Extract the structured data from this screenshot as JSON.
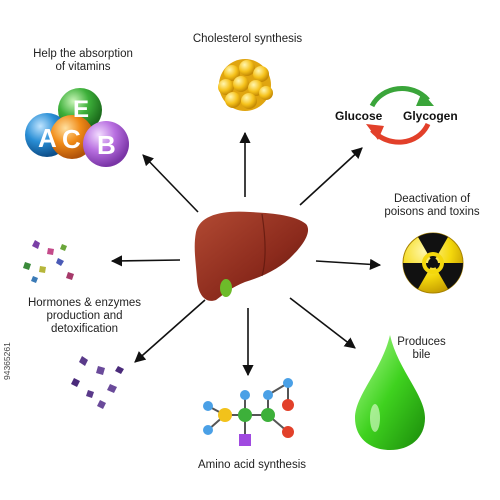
{
  "labels": {
    "vitamins": "Help the absorption\nof vitamins",
    "cholesterol": "Cholesterol synthesis",
    "glucose": "Glucose",
    "glycogen": "Glycogen",
    "poisons": "Deactivation of\npoisons and toxins",
    "hormones": "Hormones & enzymes\nproduction and\ndetoxification",
    "bile": "Produces\nbile",
    "amino": "Amino acid synthesis"
  },
  "vitamin_letters": [
    "A",
    "C",
    "E",
    "B"
  ],
  "stock_id": "94365261",
  "colors": {
    "liver": "#8b2a1c",
    "gallbladder": "#6dbb2a",
    "arrow": "#111111",
    "cycle_red": "#e2402a",
    "cycle_green": "#3aa53a",
    "bile": "#3fd21f",
    "hazard": "#f4d80c",
    "vitamin_A": "#2a8fd6",
    "vitamin_C": "#f08a16",
    "vitamin_E": "#3db03a",
    "vitamin_B": "#b86fe0",
    "cholesterol": "#f6c21b"
  }
}
